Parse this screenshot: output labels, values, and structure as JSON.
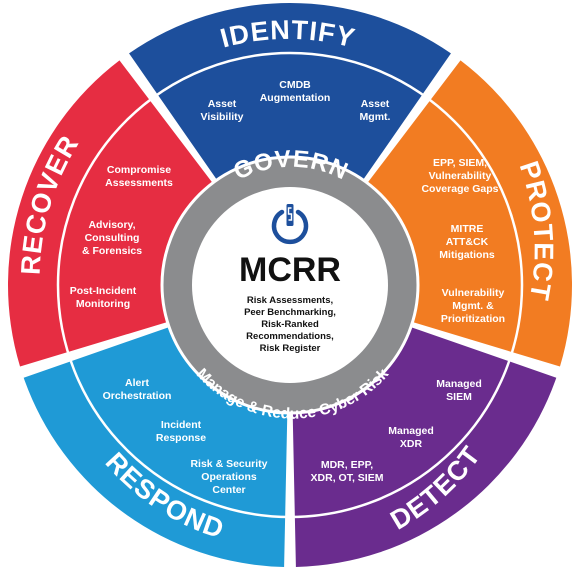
{
  "colors": {
    "identify": "#1d4f9c",
    "protect": "#f27c22",
    "detect": "#6a2c8e",
    "respond": "#1f9ad6",
    "recover": "#e62d42",
    "govern_ring": "#8b8c8e",
    "center": "#ffffff",
    "logo": "#1d4f9c"
  },
  "segments": {
    "identify": {
      "label": "IDENTIFY",
      "items": [
        [
          "Asset",
          "Visibility"
        ],
        [
          "CMDB",
          "Augmentation"
        ],
        [
          "Asset",
          "Mgmt."
        ]
      ]
    },
    "protect": {
      "label": "PROTECT",
      "items": [
        [
          "EPP, SIEM,",
          "Vulnerability",
          "Coverage Gaps"
        ],
        [
          "MITRE",
          "ATT&CK",
          "Mitigations"
        ],
        [
          "Vulnerability",
          "Mgmt. &",
          "Prioritization"
        ]
      ]
    },
    "detect": {
      "label": "DETECT",
      "items": [
        [
          "Managed",
          "SIEM"
        ],
        [
          "Managed",
          "XDR"
        ],
        [
          "MDR, EPP,",
          "XDR, OT, SIEM"
        ]
      ]
    },
    "respond": {
      "label": "RESPOND",
      "items": [
        [
          "Alert",
          "Orchestration"
        ],
        [
          "Incident",
          "Response"
        ],
        [
          "Risk & Security",
          "Operations",
          "Center"
        ]
      ]
    },
    "recover": {
      "label": "RECOVER",
      "items": [
        [
          "Compromise",
          "Assessments"
        ],
        [
          "Advisory,",
          "Consulting",
          "& Forensics"
        ],
        [
          "Post-Incident",
          "Monitoring"
        ]
      ]
    }
  },
  "govern": {
    "label": "GOVERN",
    "subtitle": "Manage & Reduce Cyber Risk"
  },
  "center": {
    "logo_icon": "power-s-logo-icon",
    "title": "MCRR",
    "description": [
      "Risk Assessments,",
      "Peer Benchmarking,",
      "Risk-Ranked",
      "Recommendations,",
      "Risk Register"
    ]
  }
}
